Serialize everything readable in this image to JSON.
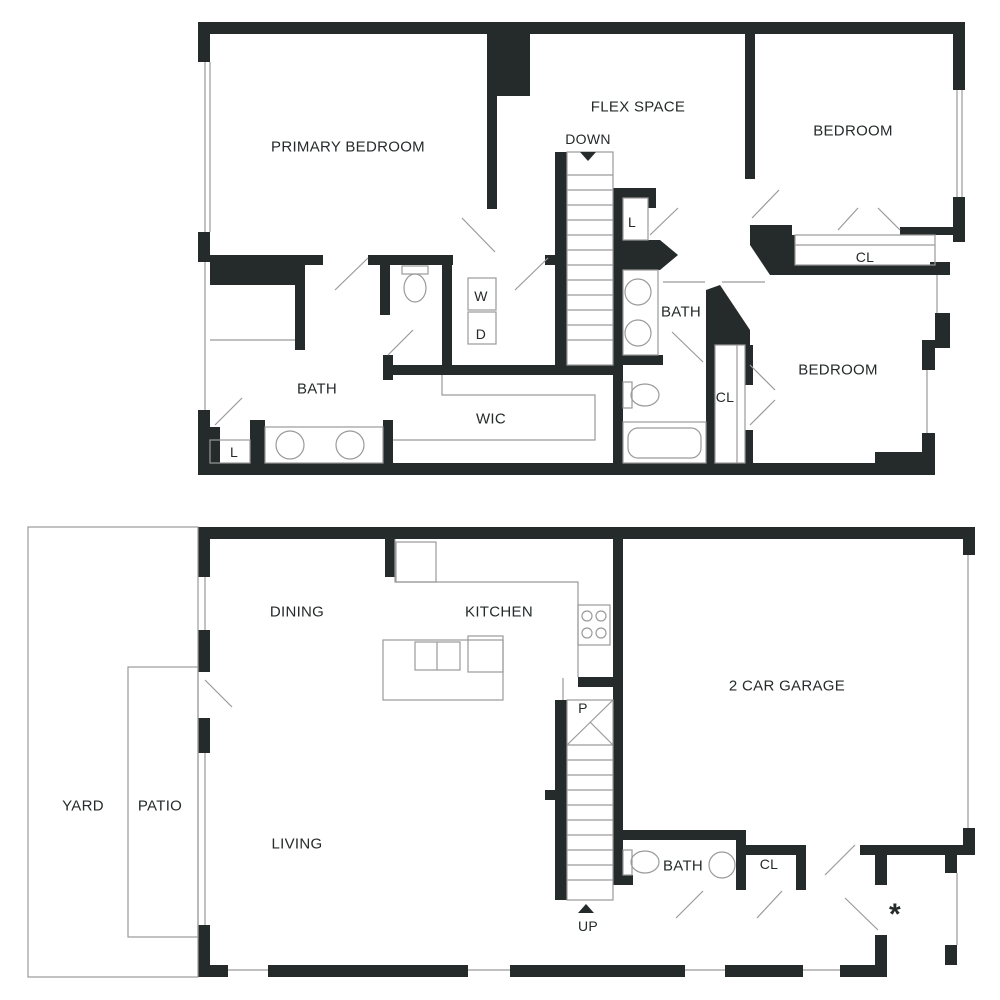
{
  "colors": {
    "wall": "#252a2a",
    "fixture": "#9a9a9a",
    "background": "#ffffff"
  },
  "upper_floor": {
    "rooms": {
      "primary_bedroom": "PRIMARY BEDROOM",
      "flex_space": "FLEX SPACE",
      "down": "DOWN",
      "bedroom_1": "BEDROOM",
      "bedroom_2": "BEDROOM",
      "closet_1": "CL",
      "closet_2": "CL",
      "linen_1": "L",
      "linen_2": "L",
      "washer": "W",
      "dryer": "D",
      "bath_primary": "BATH",
      "bath_hall": "BATH",
      "wic": "WIC"
    }
  },
  "lower_floor": {
    "rooms": {
      "dining": "DINING",
      "kitchen": "KITCHEN",
      "garage": "2 CAR GARAGE",
      "pantry": "P",
      "yard": "YARD",
      "patio": "PATIO",
      "living": "LIVING",
      "up": "UP",
      "bath": "BATH",
      "closet": "CL",
      "note_marker": "*"
    }
  }
}
